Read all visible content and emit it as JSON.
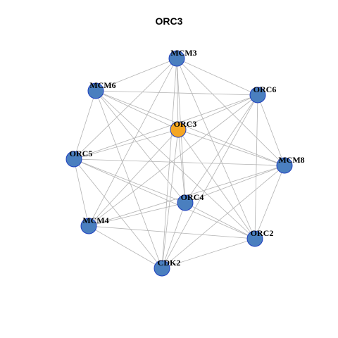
{
  "title": "ORC3",
  "colors": {
    "node_default": "#4a7fbf",
    "node_highlight": "#f5a623",
    "node_border": "#1f3fbf",
    "edge": "#b3b3b3"
  },
  "highlighted_node": "ORC3",
  "nodes": [
    {
      "id": "MCM3"
    },
    {
      "id": "ORC6"
    },
    {
      "id": "MCM6"
    },
    {
      "id": "ORC3"
    },
    {
      "id": "ORC5"
    },
    {
      "id": "MCM8"
    },
    {
      "id": "ORC4"
    },
    {
      "id": "MCM4"
    },
    {
      "id": "ORC2"
    },
    {
      "id": "CDK2"
    }
  ],
  "edges": [
    [
      "MCM3",
      "ORC6"
    ],
    [
      "MCM3",
      "MCM6"
    ],
    [
      "MCM3",
      "ORC3"
    ],
    [
      "MCM3",
      "ORC5"
    ],
    [
      "MCM3",
      "MCM8"
    ],
    [
      "MCM3",
      "ORC4"
    ],
    [
      "MCM3",
      "MCM4"
    ],
    [
      "MCM3",
      "ORC2"
    ],
    [
      "MCM3",
      "CDK2"
    ],
    [
      "ORC6",
      "MCM6"
    ],
    [
      "ORC6",
      "ORC3"
    ],
    [
      "ORC6",
      "ORC5"
    ],
    [
      "ORC6",
      "MCM8"
    ],
    [
      "ORC6",
      "ORC4"
    ],
    [
      "ORC6",
      "MCM4"
    ],
    [
      "ORC6",
      "ORC2"
    ],
    [
      "ORC6",
      "CDK2"
    ],
    [
      "MCM6",
      "ORC3"
    ],
    [
      "MCM6",
      "ORC5"
    ],
    [
      "MCM6",
      "MCM8"
    ],
    [
      "MCM6",
      "ORC4"
    ],
    [
      "MCM6",
      "ORC2"
    ],
    [
      "MCM6",
      "CDK2"
    ],
    [
      "ORC3",
      "ORC5"
    ],
    [
      "ORC3",
      "MCM8"
    ],
    [
      "ORC3",
      "ORC4"
    ],
    [
      "ORC3",
      "MCM4"
    ],
    [
      "ORC3",
      "ORC2"
    ],
    [
      "ORC3",
      "CDK2"
    ],
    [
      "ORC5",
      "MCM8"
    ],
    [
      "ORC5",
      "ORC4"
    ],
    [
      "ORC5",
      "MCM4"
    ],
    [
      "ORC5",
      "ORC2"
    ],
    [
      "ORC5",
      "CDK2"
    ],
    [
      "MCM8",
      "ORC4"
    ],
    [
      "MCM8",
      "MCM4"
    ],
    [
      "MCM8",
      "ORC2"
    ],
    [
      "MCM8",
      "CDK2"
    ],
    [
      "ORC4",
      "MCM4"
    ],
    [
      "ORC4",
      "ORC2"
    ],
    [
      "ORC4",
      "CDK2"
    ],
    [
      "MCM4",
      "ORC2"
    ],
    [
      "MCM4",
      "CDK2"
    ],
    [
      "ORC2",
      "CDK2"
    ]
  ]
}
